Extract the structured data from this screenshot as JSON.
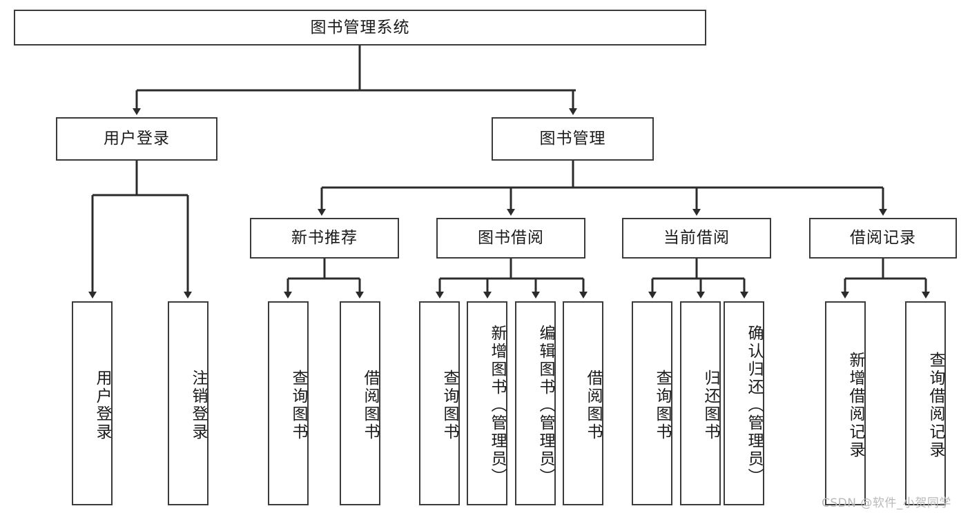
{
  "diagram": {
    "title": "图书管理系统",
    "type": "tree-hierarchy",
    "watermark": "CSDN @软件_小贺同学",
    "colors": {
      "box_border": "#3a3a3a",
      "box_fill": "#ffffff",
      "line": "#2b2b2b",
      "text": "#1a1a1a",
      "watermark": "#b9b9b9",
      "background": "#ffffff"
    },
    "nodes": {
      "root": {
        "label": "图书管理系统"
      },
      "level2": [
        {
          "label": "用户登录"
        },
        {
          "label": "图书管理"
        }
      ],
      "level3": [
        {
          "label": "新书推荐"
        },
        {
          "label": "图书借阅"
        },
        {
          "label": "当前借阅"
        },
        {
          "label": "借阅记录"
        }
      ],
      "leaves_user_login": [
        {
          "label": "用户登录"
        },
        {
          "label": "注销登录"
        }
      ],
      "leaves_new_book": [
        {
          "label": "查询图书"
        },
        {
          "label": "借阅图书"
        }
      ],
      "leaves_book_borrow": [
        {
          "label": "查询图书"
        },
        {
          "label": "新增图书（管理员）"
        },
        {
          "label": "编辑图书（管理员）"
        },
        {
          "label": "借阅图书"
        }
      ],
      "leaves_current_borrow": [
        {
          "label": "查询图书"
        },
        {
          "label": "归还图书"
        },
        {
          "label": "确认归还（管理员）"
        }
      ],
      "leaves_borrow_record": [
        {
          "label": "新增借阅记录"
        },
        {
          "label": "查询借阅记录"
        }
      ]
    }
  }
}
